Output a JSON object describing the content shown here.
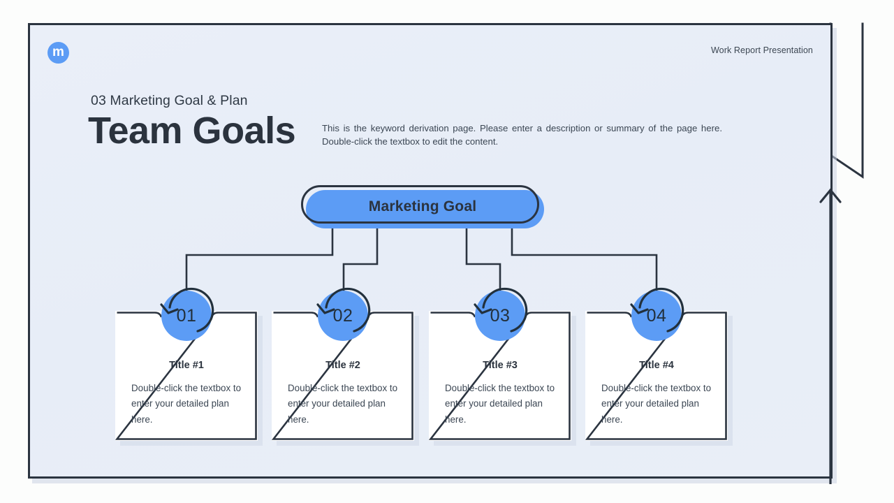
{
  "page": {
    "background": "#fcfdfc",
    "slide_background": "#e8edf7",
    "accent": "#5c9cf5",
    "ink": "#2b3440"
  },
  "header": {
    "logo_glyph": "m",
    "logo_name": "brand-logo-icon",
    "logo_color": "#5c9cf5",
    "right_label": "Work Report Presentation"
  },
  "title_block": {
    "eyebrow": "03 Marketing Goal & Plan",
    "title": "Team Goals",
    "lede": "This is the keyword derivation page. Please enter a description or summary of the page here. Double-click the textbox to edit the content."
  },
  "diagram": {
    "type": "org-tree",
    "root": {
      "label": "Marketing Goal",
      "fill": "#5c9cf5",
      "outline": "#2b3440"
    },
    "nodes": [
      {
        "number": "01",
        "title": "Title #1",
        "body": "Double-click the textbox to enter your detailed plan here.",
        "circle_icon": "circular-arrow-icon"
      },
      {
        "number": "02",
        "title": "Title #2",
        "body": "Double-click the textbox to enter your detailed plan here.",
        "circle_icon": "circular-arrow-icon"
      },
      {
        "number": "03",
        "title": "Title #3",
        "body": "Double-click the textbox to enter your detailed plan here.",
        "circle_icon": "circular-arrow-icon"
      },
      {
        "number": "04",
        "title": "Title #4",
        "body": "Double-click the textbox to enter your detailed plan here.",
        "circle_icon": "circular-arrow-icon"
      }
    ]
  },
  "decor": {
    "right_flag_name": "folded-flag-decoration",
    "frame_arrow_name": "up-arrow-frame-decoration"
  }
}
